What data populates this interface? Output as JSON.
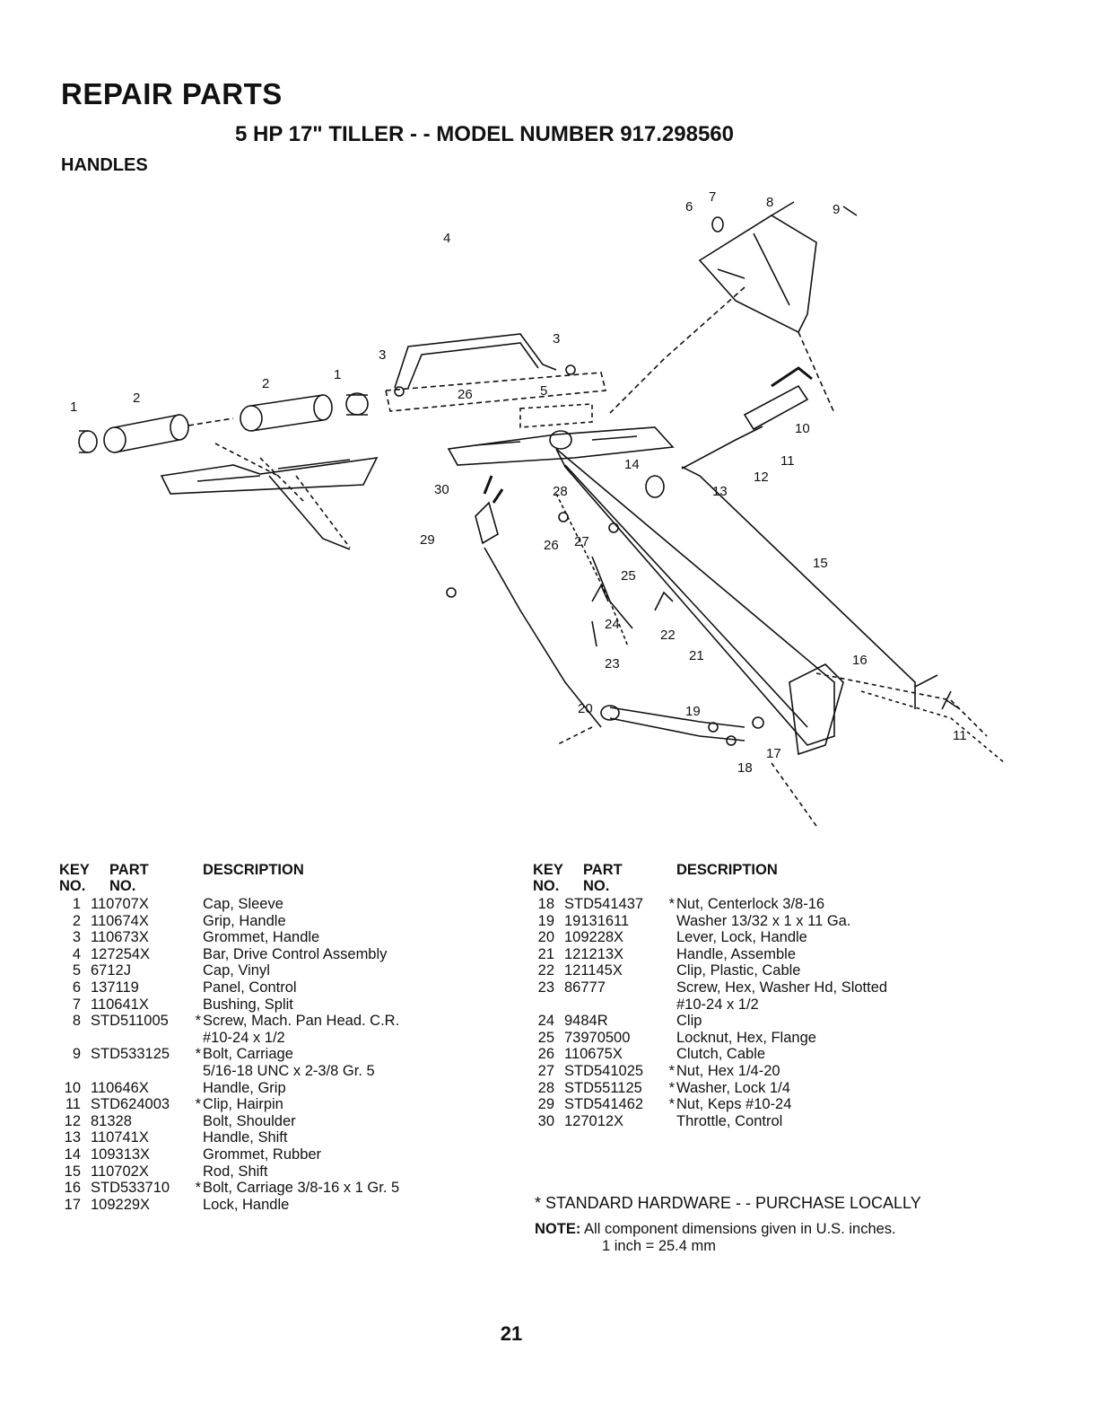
{
  "title": "REPAIR PARTS",
  "subtitle": "5 HP 17\" TILLER - - MODEL NUMBER 917.298560",
  "section": "HANDLES",
  "headers": {
    "key1": "KEY",
    "key2": "NO.",
    "part1": "PART",
    "part2": "NO.",
    "desc": "DESCRIPTION"
  },
  "left_parts": [
    {
      "key": "1",
      "part": "110707X",
      "star": "",
      "desc": "Cap, Sleeve"
    },
    {
      "key": "2",
      "part": "110674X",
      "star": "",
      "desc": "Grip, Handle"
    },
    {
      "key": "3",
      "part": "110673X",
      "star": "",
      "desc": "Grommet, Handle"
    },
    {
      "key": "4",
      "part": "127254X",
      "star": "",
      "desc": "Bar, Drive Control Assembly"
    },
    {
      "key": "5",
      "part": "6712J",
      "star": "",
      "desc": "Cap, Vinyl"
    },
    {
      "key": "6",
      "part": "137119",
      "star": "",
      "desc": "Panel, Control"
    },
    {
      "key": "7",
      "part": "110641X",
      "star": "",
      "desc": "Bushing, Split"
    },
    {
      "key": "8",
      "part": "STD511005",
      "star": "*",
      "desc": "Screw, Mach. Pan Head. C.R.\n#10-24 x 1/2"
    },
    {
      "key": "9",
      "part": "STD533125",
      "star": "*",
      "desc": "Bolt, Carriage\n5/16-18 UNC x 2-3/8 Gr. 5"
    },
    {
      "key": "10",
      "part": "110646X",
      "star": "",
      "desc": "Handle, Grip"
    },
    {
      "key": "11",
      "part": "STD624003",
      "star": "*",
      "desc": "Clip, Hairpin"
    },
    {
      "key": "12",
      "part": "81328",
      "star": "",
      "desc": "Bolt, Shoulder"
    },
    {
      "key": "13",
      "part": "110741X",
      "star": "",
      "desc": "Handle, Shift"
    },
    {
      "key": "14",
      "part": "109313X",
      "star": "",
      "desc": "Grommet, Rubber"
    },
    {
      "key": "15",
      "part": "110702X",
      "star": "",
      "desc": "Rod, Shift"
    },
    {
      "key": "16",
      "part": "STD533710",
      "star": "*",
      "desc": "Bolt, Carriage 3/8-16 x 1 Gr. 5"
    },
    {
      "key": "17",
      "part": "109229X",
      "star": "",
      "desc": "Lock, Handle"
    }
  ],
  "right_parts": [
    {
      "key": "18",
      "part": "STD541437",
      "star": "*",
      "desc": "Nut, Centerlock 3/8-16"
    },
    {
      "key": "19",
      "part": "19131611",
      "star": "",
      "desc": "Washer 13/32 x 1 x 11 Ga."
    },
    {
      "key": "20",
      "part": "109228X",
      "star": "",
      "desc": "Lever, Lock, Handle"
    },
    {
      "key": "21",
      "part": "121213X",
      "star": "",
      "desc": "Handle, Assemble"
    },
    {
      "key": "22",
      "part": "121145X",
      "star": "",
      "desc": "Clip, Plastic, Cable"
    },
    {
      "key": "23",
      "part": "86777",
      "star": "",
      "desc": "Screw, Hex, Washer Hd, Slotted\n#10-24 x 1/2"
    },
    {
      "key": "24",
      "part": "9484R",
      "star": "",
      "desc": "Clip"
    },
    {
      "key": "25",
      "part": "73970500",
      "star": "",
      "desc": "Locknut, Hex, Flange"
    },
    {
      "key": "26",
      "part": "110675X",
      "star": "",
      "desc": "Clutch, Cable"
    },
    {
      "key": "27",
      "part": "STD541025",
      "star": "*",
      "desc": "Nut, Hex 1/4-20"
    },
    {
      "key": "28",
      "part": "STD551125",
      "star": "*",
      "desc": "Washer, Lock 1/4"
    },
    {
      "key": "29",
      "part": "STD541462",
      "star": "*",
      "desc": "Nut, Keps #10-24"
    },
    {
      "key": "30",
      "part": "127012X",
      "star": "",
      "desc": "Throttle, Control"
    }
  ],
  "standard_note": "* STANDARD HARDWARE - - PURCHASE LOCALLY",
  "note_label": "NOTE:",
  "note_line1": "All component dimensions given in U.S. inches.",
  "note_line2": "1 inch = 25.4 mm",
  "page_number": "21",
  "callouts": [
    "1",
    "2",
    "2",
    "1",
    "3",
    "3",
    "4",
    "5",
    "6",
    "7",
    "8",
    "9",
    "10",
    "11",
    "11",
    "12",
    "13",
    "14",
    "15",
    "16",
    "17",
    "18",
    "19",
    "20",
    "21",
    "22",
    "23",
    "24",
    "25",
    "26",
    "26",
    "27",
    "28",
    "29",
    "30"
  ]
}
